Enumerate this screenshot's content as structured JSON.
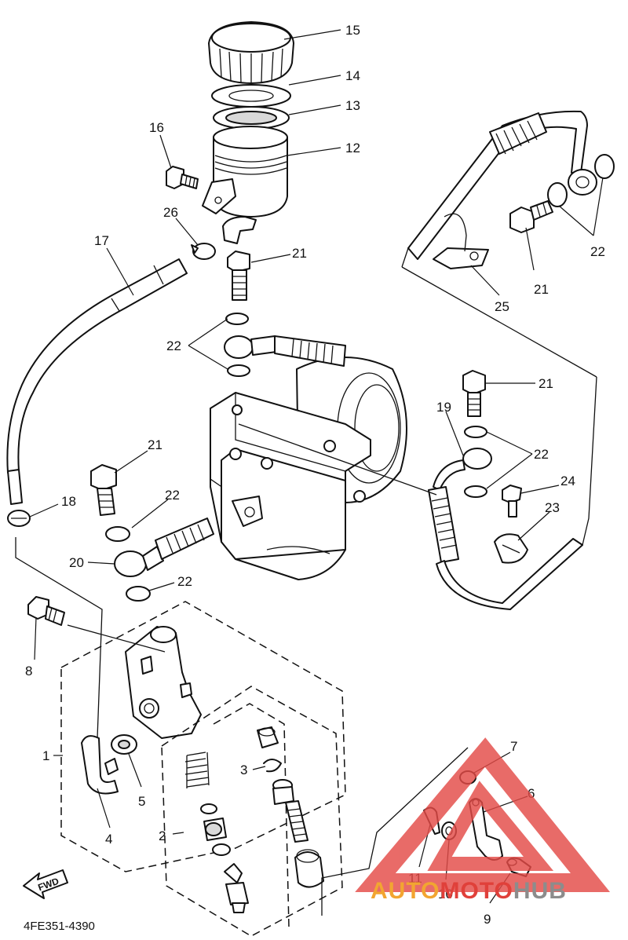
{
  "diagram": {
    "callouts": {
      "c15": "15",
      "c14": "14",
      "c13": "13",
      "c12": "12",
      "c16": "16",
      "c26": "26",
      "c17": "17",
      "c21a": "21",
      "c22a": "22",
      "c21b": "21",
      "c22b": "22",
      "c25": "25",
      "c21c": "21",
      "c19": "19",
      "c22c": "22",
      "c24": "24",
      "c23": "23",
      "c18": "18",
      "c21d": "21",
      "c22d": "22",
      "c20": "20",
      "c22e": "22",
      "c8": "8",
      "c1": "1",
      "c3": "3",
      "c5": "5",
      "c4": "4",
      "c2": "2",
      "c7": "7",
      "c6": "6",
      "c11": "11",
      "c10": "10",
      "c9": "9"
    },
    "diagram_code": "4FE351-4390",
    "fwd_label": "FWD"
  },
  "watermark": {
    "part1": "AUTO",
    "part2": "MOTO",
    "part3": "HUB",
    "colors": {
      "orange": "#f2a531",
      "red": "#e0403a",
      "gray": "#8c8c8c",
      "triangle": "#e44b47"
    }
  }
}
